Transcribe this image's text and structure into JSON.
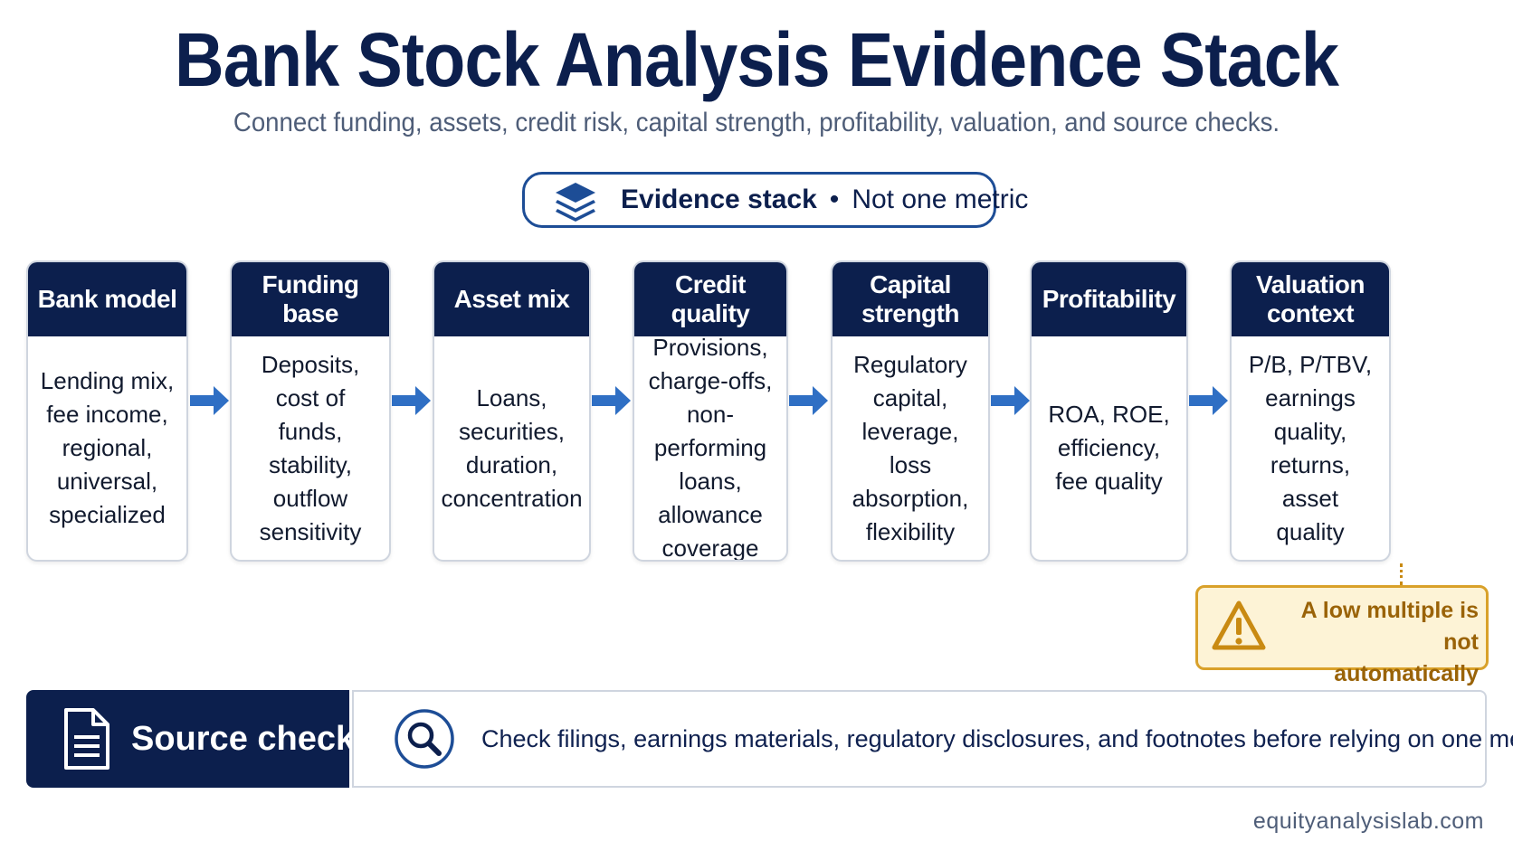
{
  "title": "Bank Stock Analysis Evidence Stack",
  "subtitle": "Connect funding, assets, credit risk, capital strength, profitability, valuation, and source checks.",
  "badge": {
    "icon": "layers-icon",
    "label": "Evidence stack",
    "separator": "•",
    "text": "Not one metric"
  },
  "steps": [
    {
      "title": "Bank model",
      "lines": [
        "Lending mix,",
        "fee income,",
        "regional,",
        "universal,",
        "specialized"
      ]
    },
    {
      "title": "Funding base",
      "lines": [
        "Deposits,",
        "cost of funds,",
        "stability,",
        "outflow",
        "sensitivity"
      ]
    },
    {
      "title": "Asset mix",
      "lines": [
        "Loans,",
        "securities,",
        "duration,",
        "concentration"
      ]
    },
    {
      "title": "Credit quality",
      "lines": [
        "Provisions,",
        "charge-offs,",
        "non-performing",
        "loans, allowance",
        "coverage"
      ]
    },
    {
      "title": "Capital strength",
      "lines": [
        "Regulatory",
        "capital,",
        "leverage, loss",
        "absorption,",
        "flexibility"
      ]
    },
    {
      "title": "Profitability",
      "lines": [
        "ROA, ROE,",
        "efficiency,",
        "fee quality"
      ]
    },
    {
      "title": "Valuation context",
      "lines": [
        "P/B, P/TBV,",
        "earnings quality,",
        "returns, asset",
        "quality"
      ]
    }
  ],
  "warning": {
    "icon": "warning-icon",
    "lines": [
      "A low multiple is not",
      "automatically cheap."
    ]
  },
  "source_check": {
    "icon": "document-icon",
    "title": "Source check",
    "search_icon": "magnifier-icon",
    "text": "Check filings, earnings materials, regulatory disclosures, and footnotes before relying on one metric."
  },
  "footer": "equityanalysislab.com",
  "colors": {
    "navy": "#0c1f4d",
    "arrow_blue": "#2f6fc4",
    "warning_fill": "#fdf3d6",
    "warning_border": "#d9a12a",
    "warning_text": "#9a6308"
  }
}
